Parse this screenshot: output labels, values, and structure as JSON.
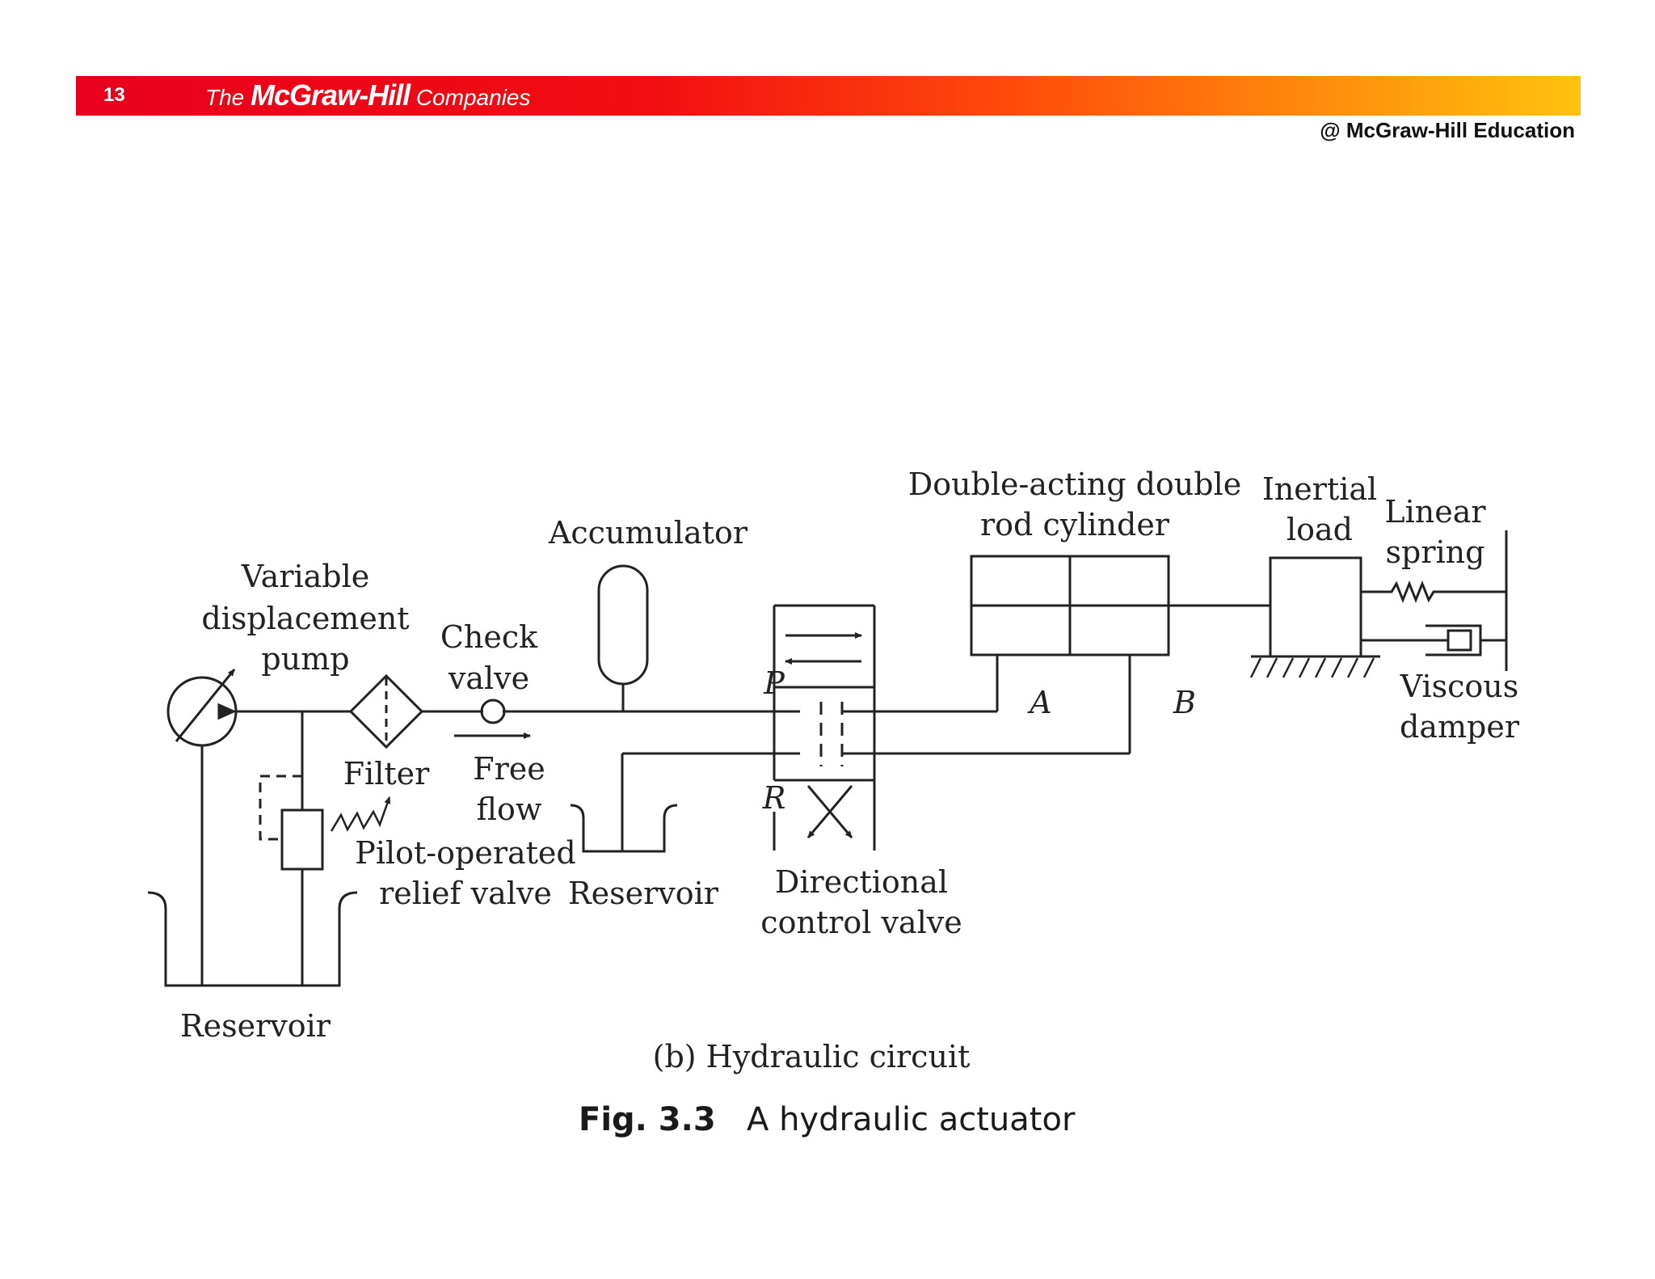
{
  "header": {
    "page_number": "13",
    "brand_the": "The ",
    "brand_name": "McGraw-Hill",
    "brand_companies": " Companies",
    "copyright": "@ McGraw-Hill Education"
  },
  "diagram": {
    "labels": {
      "pump_line1": "Variable",
      "pump_line2": "displacement",
      "pump_line3": "pump",
      "check_line1": "Check",
      "check_line2": "valve",
      "accumulator": "Accumulator",
      "cylinder_line1": "Double-acting double",
      "cylinder_line2": "rod cylinder",
      "load_line1": "Inertial",
      "load_line2": "load",
      "spring_line1": "Linear",
      "spring_line2": "spring",
      "damper_line1": "Viscous",
      "damper_line2": "damper",
      "filter": "Filter",
      "free_line1": "Free",
      "free_line2": "flow",
      "relief_line1": "Pilot-operated",
      "relief_line2": "relief valve",
      "reservoir_mid": "Reservoir",
      "reservoir_left": "Reservoir",
      "dcv_line1": "Directional",
      "dcv_line2": "control valve",
      "port_p": "P",
      "port_r": "R",
      "port_a": "A",
      "port_b": "B"
    },
    "subcaption": "(b) Hydraulic circuit"
  },
  "caption": {
    "figure_number": "Fig. 3.3",
    "title": "A hydraulic actuator"
  },
  "colors": {
    "banner_start": "#e8001c",
    "banner_end": "#ffc20e",
    "line": "#222222"
  }
}
